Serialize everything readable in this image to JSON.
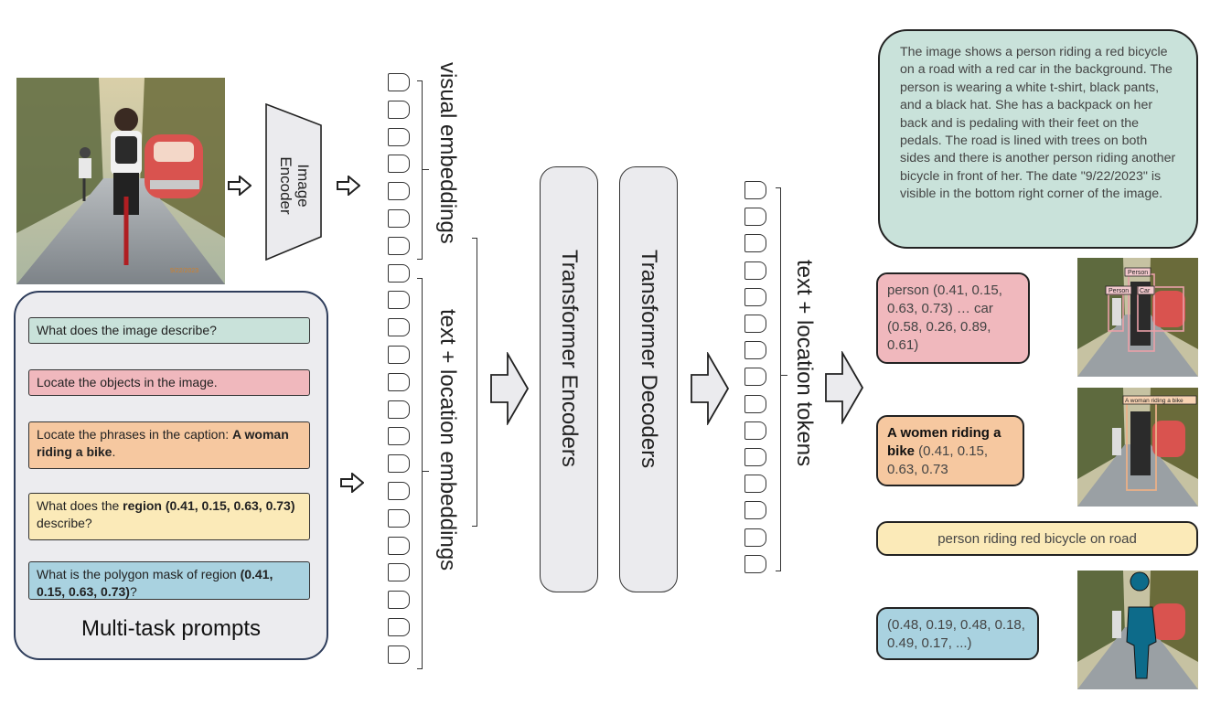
{
  "encoder_label": "Image Encoder",
  "visual_embeddings_label": "visual embeddings",
  "text_location_embeddings_label": "text + location embeddings",
  "text_location_tokens_label": "text + location tokens",
  "transformer_encoders_label": "Transformer Encoders",
  "transformer_decoders_label": "Transformer Decoders",
  "input_image_timestamp": "9/22/2023",
  "prompts": {
    "title": "Multi-task prompts",
    "items": [
      {
        "text": "What does the image describe?",
        "color": "#c9e2da"
      },
      {
        "text": "Locate the objects in the image.",
        "color": "#f0b8bd"
      },
      {
        "text_before": "Locate the phrases in the caption: ",
        "bold": "A woman riding a bike",
        "text_after": ".",
        "color": "#f6c8a0"
      },
      {
        "text_before": "What does the ",
        "bold": "region (0.41, 0.15, 0.63, 0.73)",
        "text_after": " describe?",
        "color": "#fbeab8"
      },
      {
        "text_before": "What is the polygon mask of region ",
        "bold": "(0.41, 0.15, 0.63, 0.73)",
        "text_after": "?",
        "color": "#a9d2e0"
      }
    ]
  },
  "outputs": {
    "caption": "The image shows a person riding a red bicycle on a road with a red car in the background. The person is wearing a white t-shirt, black pants, and a black hat. She has a backpack on her back and is pedaling with their feet on the pedals. The road is lined with trees on both sides and there is another person riding another bicycle in front of her. The date \"9/22/2023\" is visible in the bottom right corner of the image.",
    "caption_color": "#c9e2da",
    "detection": "person (0.41, 0.15, 0.63, 0.73) … car (0.58, 0.26, 0.89, 0.61)",
    "detection_color": "#f0b8bd",
    "grounding_bold": "A women riding a bike",
    "grounding_rest": " (0.41, 0.15, 0.63, 0.73",
    "grounding_color": "#f6c8a0",
    "region_caption": "person riding red bicycle on road",
    "region_caption_color": "#fbeab8",
    "polygon": "(0.48, 0.19, 0.48, 0.18, 0.49, 0.17, ...)",
    "polygon_color": "#a9d2e0"
  },
  "detection_labels": [
    "Person",
    "Person",
    "Car"
  ],
  "grounding_label": "A woman riding a bike"
}
